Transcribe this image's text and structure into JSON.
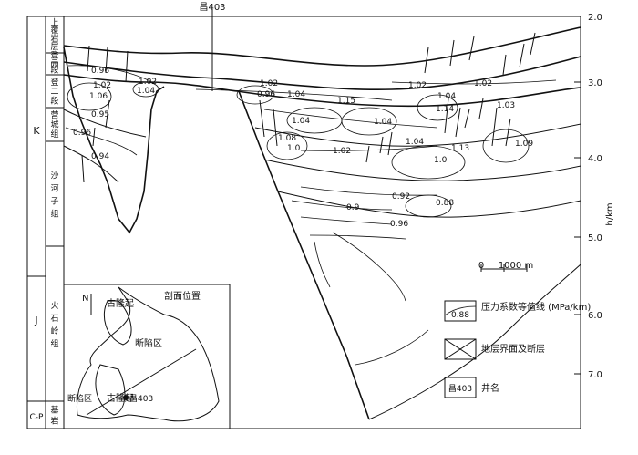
{
  "well_top_label": "昌403",
  "axis": {
    "unit_label": "h/km",
    "ticks": [
      "2.0",
      "3.0",
      "4.0",
      "5.0",
      "6.0",
      "7.0"
    ]
  },
  "strat_column": {
    "systems": [
      "K",
      "J",
      "C-P"
    ],
    "formations": [
      "上覆岩层",
      "登三四段",
      "登二段",
      "营城组",
      "沙河子组",
      "火石岭组",
      "基岩"
    ]
  },
  "contours": [
    "0.96",
    "1.02",
    "1.06",
    "1.02",
    "1.04",
    "1.02",
    "0.96",
    "1.04",
    "1.02",
    "1.02",
    "1.04",
    "1.14",
    "1.15",
    "1.04",
    "1.04",
    "1.03",
    "1.08",
    "1.0",
    "1.02",
    "1.04",
    "1.13",
    "1.09",
    "1.0",
    "0.95",
    "0.96",
    "0.94",
    "0.92",
    "0.88",
    "0.9",
    "0.96"
  ],
  "scale_bar": {
    "left": "0",
    "right": "1000 m"
  },
  "inset": {
    "title": "剖面位置",
    "n_label": "N",
    "labels": [
      "古隆起",
      "断陷区",
      "断陷区",
      "古隆起",
      "昌403"
    ]
  },
  "legend": [
    {
      "symbol_text": "0.88",
      "text": "压力系数等值线 (MPa/km)"
    },
    {
      "symbol_text": "",
      "text": "地层界面及断层"
    },
    {
      "symbol_text": "昌403",
      "text": "井名"
    }
  ]
}
